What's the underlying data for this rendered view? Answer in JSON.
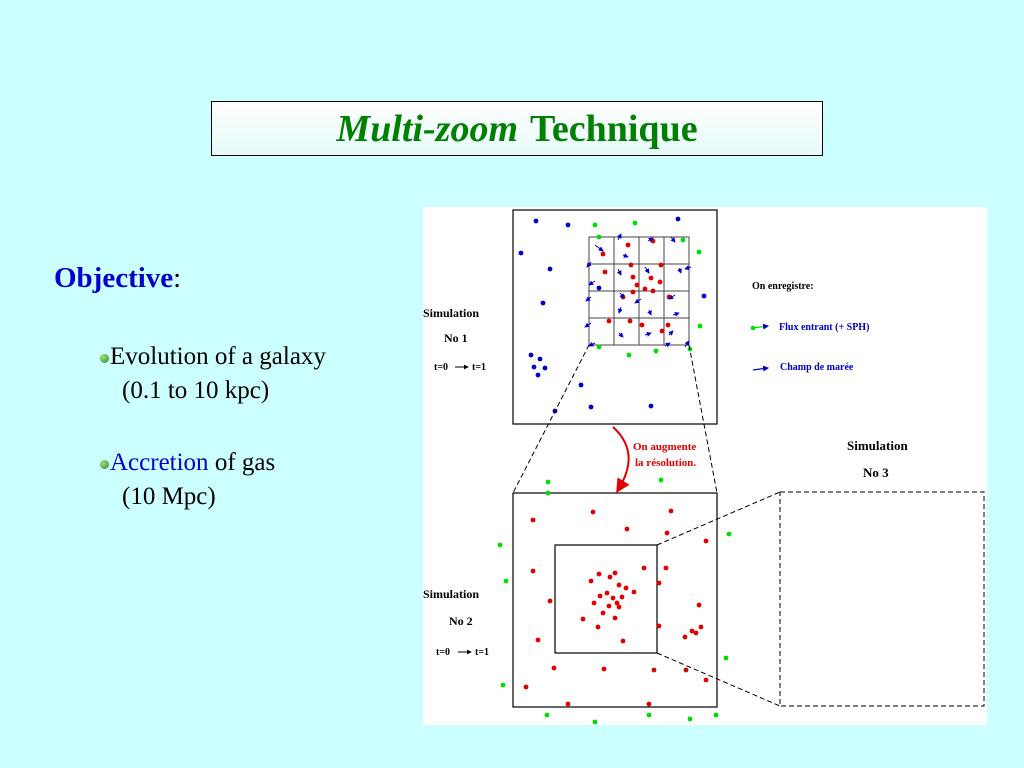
{
  "title": {
    "italic": "Multi-zoom",
    "rest": "Technique"
  },
  "objective": {
    "label": "Objective",
    "colon": ":"
  },
  "bullets": [
    {
      "line1": "Evolution of a galaxy",
      "line2": "(0.1 to 10 kpc)"
    },
    {
      "accent": "Accretion",
      "line1_rest": " of gas",
      "line2": "(10 Mpc)"
    }
  ],
  "figure": {
    "sim1": {
      "name": "Simulation",
      "number": "No 1",
      "t_start": "t=0",
      "t_end": "t=1"
    },
    "sim2": {
      "name": "Simulation",
      "number": "No 2",
      "t_start": "t=0",
      "t_end": "t=1"
    },
    "sim3": {
      "name": "Simulation",
      "number": "No 3"
    },
    "legend": {
      "heading": "On enregistre:",
      "inflow": "Flux entrant (+ SPH)",
      "tidal": "Champ de marée"
    },
    "zoom_note": {
      "line1": "On augmente",
      "line2": "la résolution."
    },
    "colors": {
      "red": "#e00000",
      "green": "#00dd00",
      "blue": "#0000cc",
      "title_green": "#008000"
    }
  }
}
